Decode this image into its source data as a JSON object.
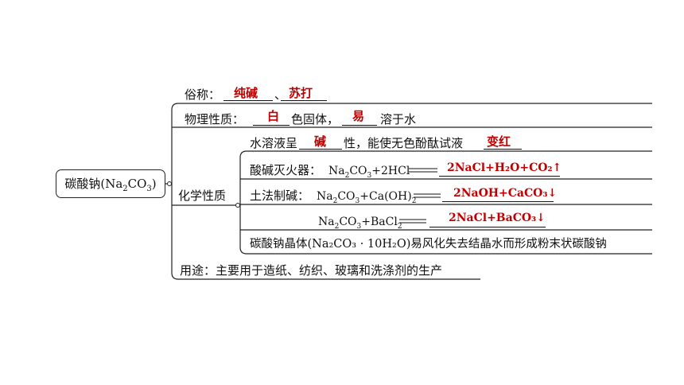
{
  "root": {
    "label": "碳酸钠(Na",
    "sub": "2",
    "label_end": "CO",
    "sub2": "3",
    "close": ")"
  },
  "branch1": {
    "prefix": "俗称：",
    "answer1": "纯碱",
    "sep": "、",
    "answer2": "苏打"
  },
  "branch2": {
    "prefix": "物理性质：",
    "answer1": "白",
    "mid": "色固体，",
    "answer2": "易",
    "suffix": "溶于水"
  },
  "branch3": {
    "label": "化学性质",
    "items": [
      {
        "prefix": "水溶液呈",
        "answer1": "碱",
        "mid": "性，能使无色酚酞试液",
        "answer2": "变红"
      },
      {
        "prefix": "酸碱灭火器：",
        "answer": "2NaCl+H₂O+CO₂↑"
      },
      {
        "prefix": "土法制碱：",
        "answer": "2NaOH+CaCO₃↓"
      },
      {
        "answer": "2NaCl+BaCO₃↓"
      },
      {
        "text": "碳酸钠晶体(Na₂CO₃ · 10H₂O)易风化失去结晶水而形成粉末状碳酸钠"
      }
    ]
  },
  "branch4": {
    "text": "用途：主要用于造纸、纺织、玻璃和洗涤剂的生产"
  },
  "equations": {
    "eq1": {
      "a": "Na",
      "a_sub": "2",
      "b": "CO",
      "b_sub": "3",
      "c": "+2HCl"
    },
    "eq2": {
      "a": "Na",
      "a_sub": "2",
      "b": "CO",
      "b_sub": "3",
      "c": "+Ca(OH)",
      "c_sub": "2"
    },
    "eq3": {
      "a": "Na",
      "a_sub": "2",
      "b": "CO",
      "b_sub": "3",
      "c": "+BaCl",
      "c_sub": "2"
    }
  }
}
